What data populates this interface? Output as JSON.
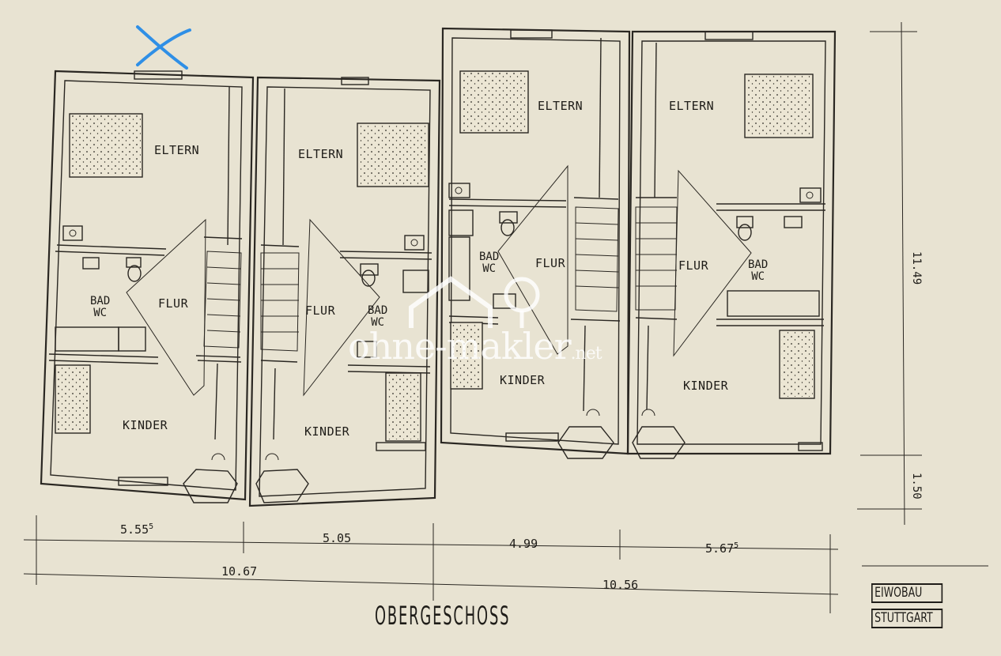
{
  "rooms": {
    "unit1": {
      "eltern": "ELTERN",
      "bad1": "BAD",
      "bad2": "WC",
      "flur": "FLUR",
      "kinder": "KINDER"
    },
    "unit2": {
      "eltern": "ELTERN",
      "bad1": "BAD",
      "bad2": "WC",
      "flur": "FLUR",
      "kinder": "KINDER"
    },
    "unit3": {
      "eltern": "ELTERN",
      "bad1": "BAD",
      "bad2": "WC",
      "flur": "FLUR",
      "kinder": "KINDER"
    },
    "unit4": {
      "eltern": "ELTERN",
      "bad1": "BAD",
      "bad2": "WC",
      "flur": "FLUR",
      "kinder": "KINDER"
    }
  },
  "dimensions": {
    "unit1_width": "5.55",
    "unit1_width_sup": "5",
    "unit2_width": "5.05",
    "unit3_width": "4.99",
    "unit4_width": "5.67",
    "unit4_width_sup": "5",
    "left_pair_width": "10.67",
    "right_pair_width": "10.56",
    "depth": "11.49",
    "offset": "1.50"
  },
  "title": "OBERGESCHOSS",
  "logo": {
    "line1": "EIWOBAU",
    "line2": "STUTTGART"
  },
  "watermark": {
    "main": "ohne-makler",
    "suffix": ".net"
  },
  "annotation": {
    "mark_color": "#2f8fe6"
  }
}
